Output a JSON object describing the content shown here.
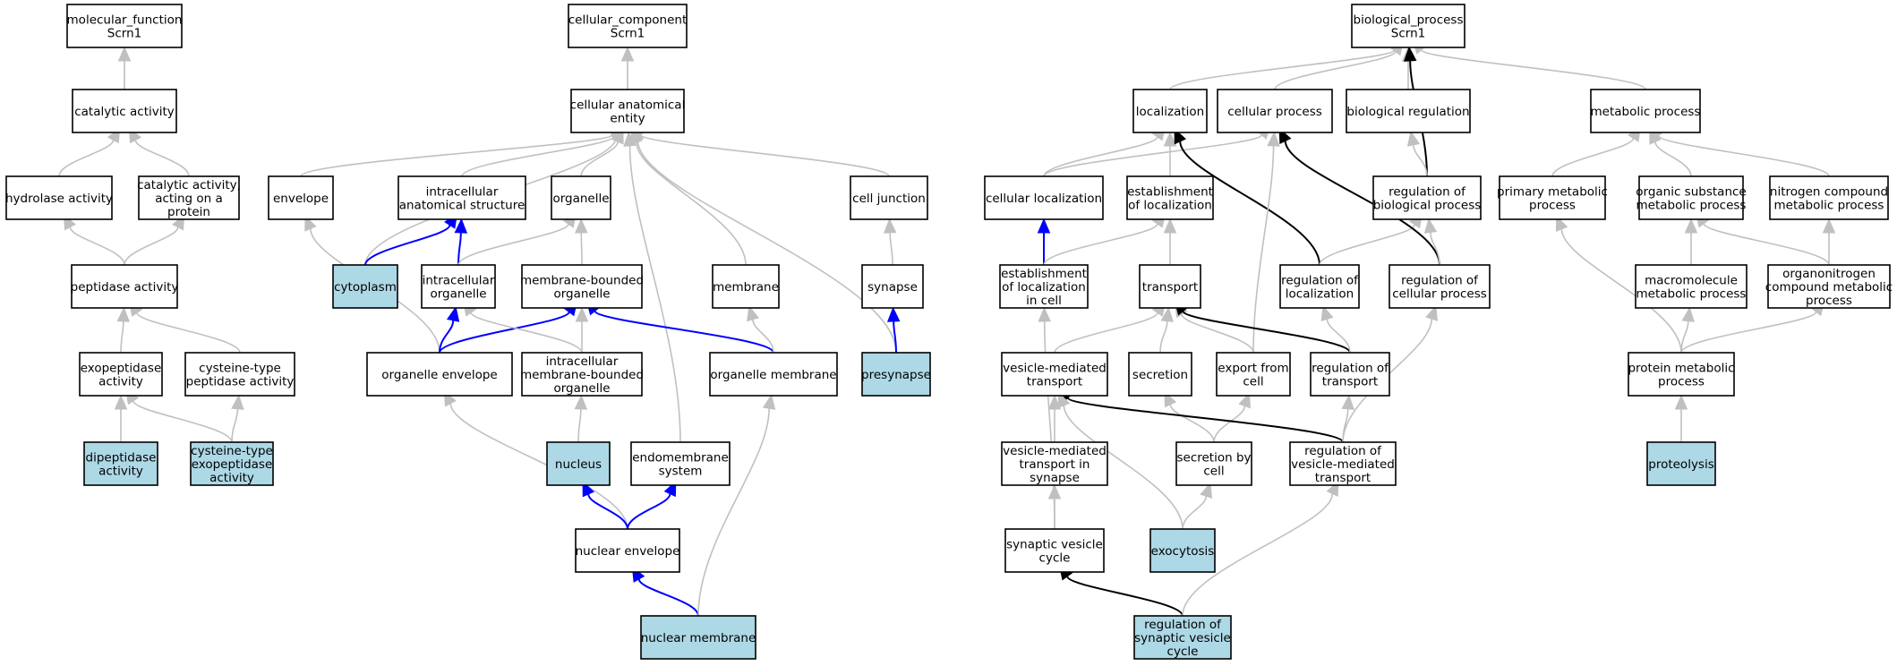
{
  "graph": {
    "colors": {
      "highlight_fill": "#add8e6",
      "node_fill": "#ffffff",
      "edge_is_a": "#c0c0c0",
      "edge_regulates": "#000000",
      "edge_part_of": "#0000ff"
    },
    "nodes": [
      {
        "id": "mf_root",
        "label": "molecular_function\nScrn1",
        "highlight": false
      },
      {
        "id": "catalytic",
        "label": "catalytic activity",
        "highlight": false
      },
      {
        "id": "hydrolase",
        "label": "hydrolase activity",
        "highlight": false
      },
      {
        "id": "cat_protein",
        "label": "catalytic activity,\nacting on a\nprotein",
        "highlight": false
      },
      {
        "id": "peptidase",
        "label": "peptidase activity",
        "highlight": false
      },
      {
        "id": "exopeptidase",
        "label": "exopeptidase\nactivity",
        "highlight": false
      },
      {
        "id": "cys_peptidase",
        "label": "cysteine-type\npeptidase activity",
        "highlight": false
      },
      {
        "id": "dipeptidase",
        "label": "dipeptidase\nactivity",
        "highlight": true
      },
      {
        "id": "cys_exopeptidase",
        "label": "cysteine-type\nexopeptidase\nactivity",
        "highlight": true
      },
      {
        "id": "cc_root",
        "label": "cellular_component\nScrn1",
        "highlight": false
      },
      {
        "id": "cae",
        "label": "cellular anatomical\nentity",
        "highlight": false
      },
      {
        "id": "envelope",
        "label": "envelope",
        "highlight": false
      },
      {
        "id": "ias",
        "label": "intracellular\nanatomical structure",
        "highlight": false
      },
      {
        "id": "organelle",
        "label": "organelle",
        "highlight": false
      },
      {
        "id": "cell_junction",
        "label": "cell junction",
        "highlight": false
      },
      {
        "id": "cytoplasm",
        "label": "cytoplasm",
        "highlight": true
      },
      {
        "id": "intra_organelle",
        "label": "intracellular\norganelle",
        "highlight": false
      },
      {
        "id": "mbo",
        "label": "membrane-bounded\norganelle",
        "highlight": false
      },
      {
        "id": "membrane",
        "label": "membrane",
        "highlight": false
      },
      {
        "id": "synapse",
        "label": "synapse",
        "highlight": false
      },
      {
        "id": "org_envelope",
        "label": "organelle envelope",
        "highlight": false
      },
      {
        "id": "imbo",
        "label": "intracellular\nmembrane-bounded\norganelle",
        "highlight": false
      },
      {
        "id": "org_membrane",
        "label": "organelle membrane",
        "highlight": false
      },
      {
        "id": "presynapse",
        "label": "presynapse",
        "highlight": true
      },
      {
        "id": "nucleus",
        "label": "nucleus",
        "highlight": true
      },
      {
        "id": "endomembrane",
        "label": "endomembrane\nsystem",
        "highlight": false
      },
      {
        "id": "nuc_envelope",
        "label": "nuclear envelope",
        "highlight": false
      },
      {
        "id": "nuc_membrane",
        "label": "nuclear membrane",
        "highlight": true
      },
      {
        "id": "bp_root",
        "label": "biological_process\nScrn1",
        "highlight": false
      },
      {
        "id": "localization",
        "label": "localization",
        "highlight": false
      },
      {
        "id": "cell_process",
        "label": "cellular process",
        "highlight": false
      },
      {
        "id": "bio_reg",
        "label": "biological regulation",
        "highlight": false
      },
      {
        "id": "metabolic",
        "label": "metabolic process",
        "highlight": false
      },
      {
        "id": "cell_loc",
        "label": "cellular localization",
        "highlight": false
      },
      {
        "id": "est_loc",
        "label": "establishment\nof localization",
        "highlight": false
      },
      {
        "id": "reg_bio",
        "label": "regulation of\nbiological process",
        "highlight": false
      },
      {
        "id": "primary_met",
        "label": "primary metabolic\nprocess",
        "highlight": false
      },
      {
        "id": "org_sub_met",
        "label": "organic substance\nmetabolic process",
        "highlight": false
      },
      {
        "id": "nitrogen_met",
        "label": "nitrogen compound\nmetabolic process",
        "highlight": false
      },
      {
        "id": "est_loc_cell",
        "label": "establishment\nof localization\nin cell",
        "highlight": false
      },
      {
        "id": "transport",
        "label": "transport",
        "highlight": false
      },
      {
        "id": "reg_loc",
        "label": "regulation of\nlocalization",
        "highlight": false
      },
      {
        "id": "reg_cell_proc",
        "label": "regulation of\ncellular process",
        "highlight": false
      },
      {
        "id": "macromol_met",
        "label": "macromolecule\nmetabolic process",
        "highlight": false
      },
      {
        "id": "organonitrogen",
        "label": "organonitrogen\ncompound metabolic\nprocess",
        "highlight": false
      },
      {
        "id": "vesicle_transport",
        "label": "vesicle-mediated\ntransport",
        "highlight": false
      },
      {
        "id": "secretion",
        "label": "secretion",
        "highlight": false
      },
      {
        "id": "export_cell",
        "label": "export from\ncell",
        "highlight": false
      },
      {
        "id": "reg_transport",
        "label": "regulation of\ntransport",
        "highlight": false
      },
      {
        "id": "protein_met",
        "label": "protein metabolic\nprocess",
        "highlight": false
      },
      {
        "id": "vt_synapse",
        "label": "vesicle-mediated\ntransport in\nsynapse",
        "highlight": false
      },
      {
        "id": "secretion_cell",
        "label": "secretion by\ncell",
        "highlight": false
      },
      {
        "id": "reg_vt",
        "label": "regulation of\nvesicle-mediated\ntransport",
        "highlight": false
      },
      {
        "id": "proteolysis",
        "label": "proteolysis",
        "highlight": true
      },
      {
        "id": "syn_ves_cycle",
        "label": "synaptic vesicle\ncycle",
        "highlight": false
      },
      {
        "id": "exocytosis",
        "label": "exocytosis",
        "highlight": true
      },
      {
        "id": "reg_syn_ves",
        "label": "regulation of\nsynaptic vesicle\ncycle",
        "highlight": true
      }
    ],
    "edges": [
      {
        "from": "catalytic",
        "to": "mf_root",
        "type": "is_a"
      },
      {
        "from": "hydrolase",
        "to": "catalytic",
        "type": "is_a"
      },
      {
        "from": "cat_protein",
        "to": "catalytic",
        "type": "is_a"
      },
      {
        "from": "peptidase",
        "to": "hydrolase",
        "type": "is_a"
      },
      {
        "from": "peptidase",
        "to": "cat_protein",
        "type": "is_a"
      },
      {
        "from": "exopeptidase",
        "to": "peptidase",
        "type": "is_a"
      },
      {
        "from": "cys_peptidase",
        "to": "peptidase",
        "type": "is_a"
      },
      {
        "from": "dipeptidase",
        "to": "exopeptidase",
        "type": "is_a"
      },
      {
        "from": "cys_exopeptidase",
        "to": "exopeptidase",
        "type": "is_a"
      },
      {
        "from": "cys_exopeptidase",
        "to": "cys_peptidase",
        "type": "is_a"
      },
      {
        "from": "cae",
        "to": "cc_root",
        "type": "is_a"
      },
      {
        "from": "envelope",
        "to": "cae",
        "type": "is_a"
      },
      {
        "from": "ias",
        "to": "cae",
        "type": "is_a"
      },
      {
        "from": "organelle",
        "to": "cae",
        "type": "is_a"
      },
      {
        "from": "cell_junction",
        "to": "cae",
        "type": "is_a"
      },
      {
        "from": "cytoplasm",
        "to": "cae",
        "type": "is_a"
      },
      {
        "from": "membrane",
        "to": "cae",
        "type": "is_a"
      },
      {
        "from": "endomembrane",
        "to": "cae",
        "type": "is_a"
      },
      {
        "from": "presynapse",
        "to": "cae",
        "type": "is_a"
      },
      {
        "from": "cytoplasm",
        "to": "ias",
        "type": "part_of"
      },
      {
        "from": "intra_organelle",
        "to": "ias",
        "type": "part_of"
      },
      {
        "from": "intra_organelle",
        "to": "organelle",
        "type": "is_a"
      },
      {
        "from": "mbo",
        "to": "organelle",
        "type": "is_a"
      },
      {
        "from": "synapse",
        "to": "cell_junction",
        "type": "is_a"
      },
      {
        "from": "presynapse",
        "to": "synapse",
        "type": "part_of"
      },
      {
        "from": "org_envelope",
        "to": "envelope",
        "type": "is_a"
      },
      {
        "from": "org_envelope",
        "to": "intra_organelle",
        "type": "part_of"
      },
      {
        "from": "org_envelope",
        "to": "mbo",
        "type": "part_of"
      },
      {
        "from": "imbo",
        "to": "intra_organelle",
        "type": "is_a"
      },
      {
        "from": "imbo",
        "to": "mbo",
        "type": "is_a"
      },
      {
        "from": "org_membrane",
        "to": "mbo",
        "type": "part_of"
      },
      {
        "from": "org_membrane",
        "to": "membrane",
        "type": "is_a"
      },
      {
        "from": "nucleus",
        "to": "imbo",
        "type": "is_a"
      },
      {
        "from": "nuc_envelope",
        "to": "org_envelope",
        "type": "is_a"
      },
      {
        "from": "nuc_envelope",
        "to": "nucleus",
        "type": "part_of"
      },
      {
        "from": "nuc_envelope",
        "to": "endomembrane",
        "type": "part_of"
      },
      {
        "from": "nuc_membrane",
        "to": "nuc_envelope",
        "type": "part_of"
      },
      {
        "from": "nuc_membrane",
        "to": "org_membrane",
        "type": "is_a"
      },
      {
        "from": "localization",
        "to": "bp_root",
        "type": "is_a"
      },
      {
        "from": "cell_process",
        "to": "bp_root",
        "type": "is_a"
      },
      {
        "from": "bio_reg",
        "to": "bp_root",
        "type": "is_a"
      },
      {
        "from": "metabolic",
        "to": "bp_root",
        "type": "is_a"
      },
      {
        "from": "reg_bio",
        "to": "bp_root",
        "type": "regulates"
      },
      {
        "from": "cell_loc",
        "to": "localization",
        "type": "is_a"
      },
      {
        "from": "cell_loc",
        "to": "cell_process",
        "type": "is_a"
      },
      {
        "from": "est_loc",
        "to": "localization",
        "type": "is_a"
      },
      {
        "from": "reg_bio",
        "to": "bio_reg",
        "type": "is_a"
      },
      {
        "from": "primary_met",
        "to": "metabolic",
        "type": "is_a"
      },
      {
        "from": "org_sub_met",
        "to": "metabolic",
        "type": "is_a"
      },
      {
        "from": "nitrogen_met",
        "to": "metabolic",
        "type": "is_a"
      },
      {
        "from": "est_loc_cell",
        "to": "cell_loc",
        "type": "part_of"
      },
      {
        "from": "est_loc_cell",
        "to": "est_loc",
        "type": "is_a"
      },
      {
        "from": "transport",
        "to": "est_loc",
        "type": "is_a"
      },
      {
        "from": "reg_loc",
        "to": "localization",
        "type": "regulates"
      },
      {
        "from": "reg_loc",
        "to": "reg_bio",
        "type": "is_a"
      },
      {
        "from": "reg_cell_proc",
        "to": "cell_process",
        "type": "regulates"
      },
      {
        "from": "reg_cell_proc",
        "to": "reg_bio",
        "type": "is_a"
      },
      {
        "from": "macromol_met",
        "to": "org_sub_met",
        "type": "is_a"
      },
      {
        "from": "organonitrogen",
        "to": "org_sub_met",
        "type": "is_a"
      },
      {
        "from": "organonitrogen",
        "to": "nitrogen_met",
        "type": "is_a"
      },
      {
        "from": "vesicle_transport",
        "to": "transport",
        "type": "is_a"
      },
      {
        "from": "secretion",
        "to": "transport",
        "type": "is_a"
      },
      {
        "from": "export_cell",
        "to": "transport",
        "type": "is_a"
      },
      {
        "from": "export_cell",
        "to": "cell_process",
        "type": "is_a"
      },
      {
        "from": "reg_transport",
        "to": "transport",
        "type": "regulates"
      },
      {
        "from": "reg_transport",
        "to": "reg_loc",
        "type": "is_a"
      },
      {
        "from": "protein_met",
        "to": "primary_met",
        "type": "is_a"
      },
      {
        "from": "protein_met",
        "to": "macromol_met",
        "type": "is_a"
      },
      {
        "from": "protein_met",
        "to": "organonitrogen",
        "type": "is_a"
      },
      {
        "from": "vt_synapse",
        "to": "vesicle_transport",
        "type": "is_a"
      },
      {
        "from": "secretion_cell",
        "to": "secretion",
        "type": "is_a"
      },
      {
        "from": "secretion_cell",
        "to": "export_cell",
        "type": "is_a"
      },
      {
        "from": "reg_vt",
        "to": "vesicle_transport",
        "type": "regulates"
      },
      {
        "from": "reg_vt",
        "to": "reg_transport",
        "type": "is_a"
      },
      {
        "from": "reg_vt",
        "to": "reg_cell_proc",
        "type": "is_a"
      },
      {
        "from": "proteolysis",
        "to": "protein_met",
        "type": "is_a"
      },
      {
        "from": "syn_ves_cycle",
        "to": "vt_synapse",
        "type": "is_a"
      },
      {
        "from": "syn_ves_cycle",
        "to": "est_loc_cell",
        "type": "is_a"
      },
      {
        "from": "exocytosis",
        "to": "vesicle_transport",
        "type": "is_a"
      },
      {
        "from": "exocytosis",
        "to": "secretion_cell",
        "type": "is_a"
      },
      {
        "from": "reg_syn_ves",
        "to": "syn_ves_cycle",
        "type": "regulates"
      },
      {
        "from": "reg_syn_ves",
        "to": "reg_vt",
        "type": "is_a"
      }
    ]
  }
}
